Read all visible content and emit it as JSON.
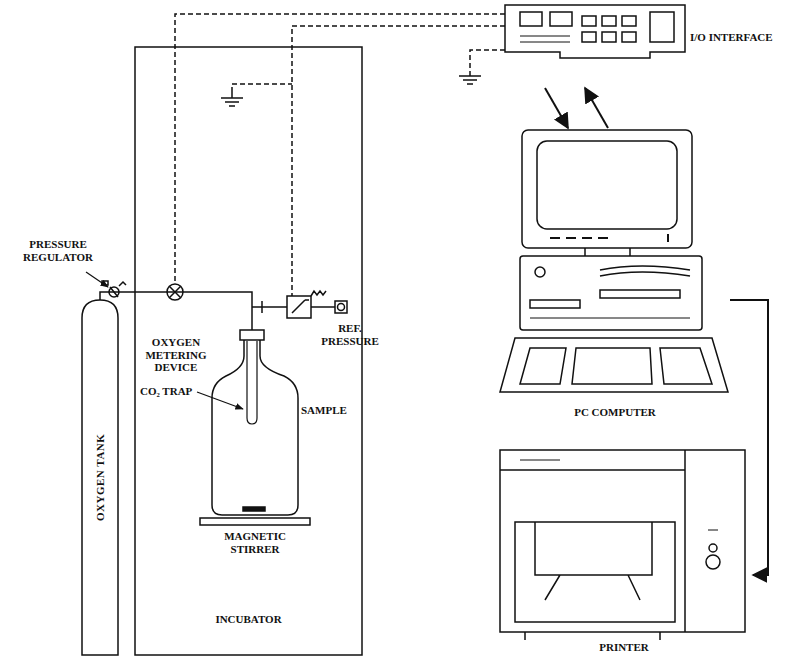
{
  "diagram": {
    "nodes": [
      {
        "text": [
          "INCUBATOR"
        ]
      },
      {
        "text": [
          "SAMPLE"
        ],
        "in": 0
      },
      {
        "text": [
          "MAGNETIC STIRRER"
        ],
        "in": 0
      },
      {
        "text": [
          "OXYGEN TANK"
        ]
      },
      {
        "text": [
          "I/O INTERFACE"
        ]
      },
      {
        "text": [
          "PC COMPUTER"
        ]
      },
      {
        "text": [
          "PRINTER"
        ]
      }
    ],
    "edges": [
      {
        "from": 4,
        "to": 5,
        "arrow": "to"
      },
      {
        "from": 5,
        "to": 4,
        "arrow": "to"
      },
      {
        "from": 5,
        "to": 6,
        "arrow": "to"
      },
      {
        "from": 3,
        "to": 1,
        "arrow": "none"
      }
    ],
    "labels": [
      "PRESSURE REGULATOR",
      "OXYGEN METERING DEVICE",
      "CO₂ TRAP",
      "REF. PRESSURE"
    ]
  }
}
